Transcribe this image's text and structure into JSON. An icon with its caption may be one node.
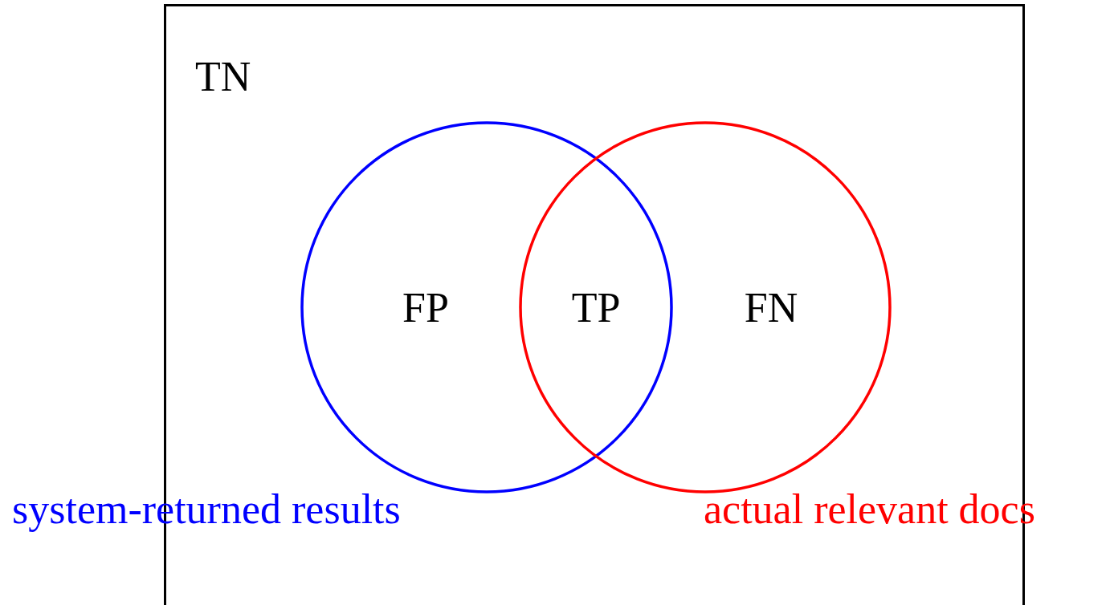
{
  "diagram": {
    "nodes": [
      {
        "text": [
          "TN"
        ]
      },
      {
        "text": [],
        "shape": "circle",
        "in": 0,
        "beside": [
          "system-returned results"
        ]
      },
      {
        "text": [],
        "shape": "circle",
        "in": 0,
        "beside": [
          "actual relevant docs"
        ]
      }
    ],
    "labels": [
      "FP",
      "TP",
      "FN"
    ]
  }
}
